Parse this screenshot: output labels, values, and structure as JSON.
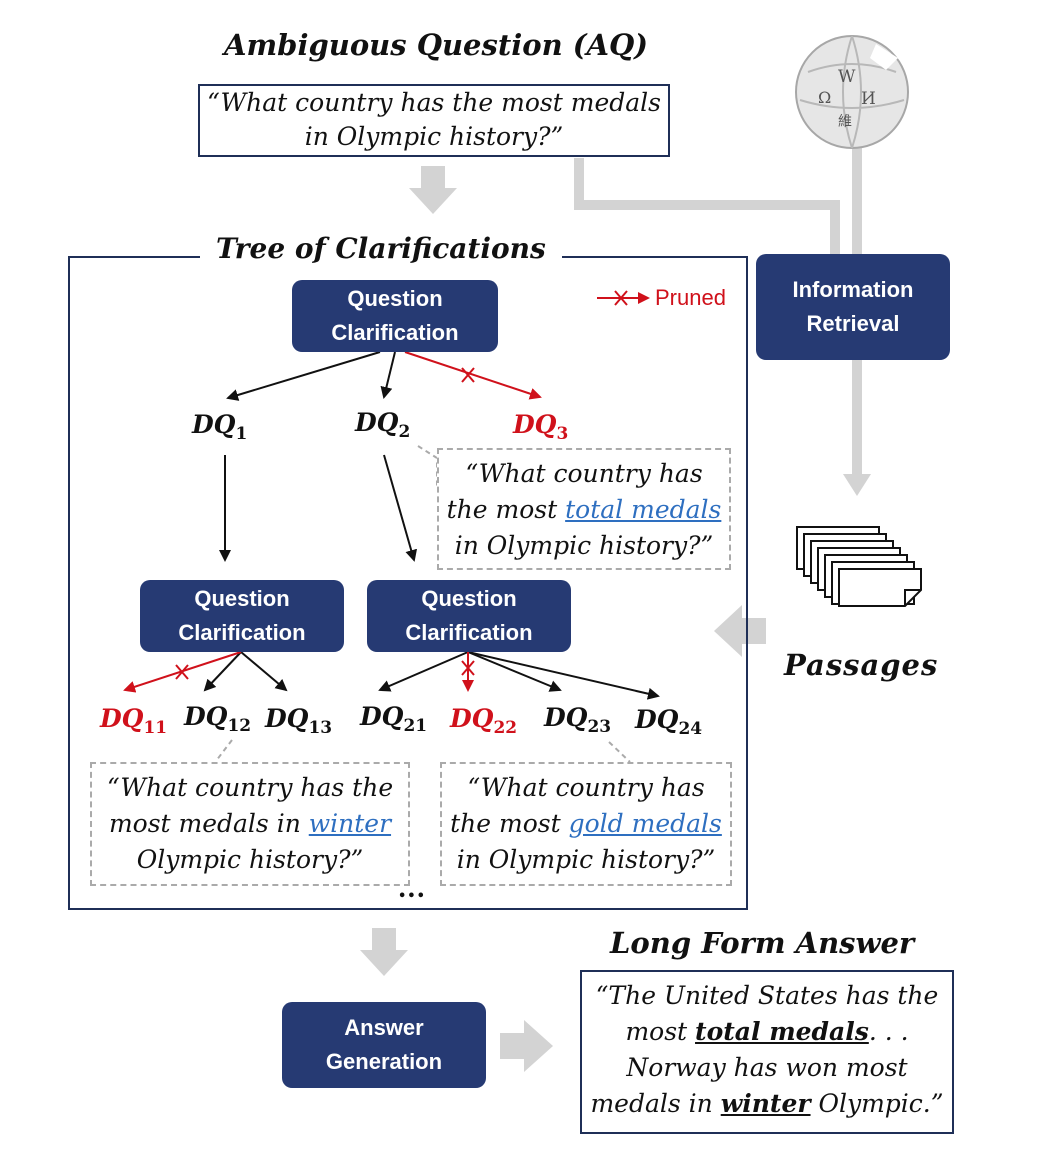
{
  "ambiguous_question": {
    "title": "Ambiguous Question (AQ)",
    "line1": "“What country has the most medals",
    "line2": "in Olympic history?”"
  },
  "tree": {
    "title": "Tree of Clarifications",
    "legend_pruned": "Pruned"
  },
  "nodes": {
    "qc_top_line1": "Question",
    "qc_top_line2": "Clarification",
    "qc_left_line1": "Question",
    "qc_left_line2": "Clarification",
    "qc_right_line1": "Question",
    "qc_right_line2": "Clarification",
    "ir_line1": "Information",
    "ir_line2": "Retrieval",
    "ag_line1": "Answer",
    "ag_line2": "Generation"
  },
  "dq": {
    "prefix": "DQ",
    "dq1": "1",
    "dq2": "2",
    "dq3": "3",
    "dq11": "11",
    "dq12": "12",
    "dq13": "13",
    "dq21": "21",
    "dq22": "22",
    "dq23": "23",
    "dq24": "24"
  },
  "callouts": {
    "dq2": {
      "l1": "“What  country has",
      "l2a": "the most ",
      "l2hl": "total medals",
      "l3": "in Olympic history?”"
    },
    "dq12": {
      "l1": "“What country has the",
      "l2a": "most  medals in ",
      "l2hl": "winter",
      "l3": "Olympic history?”"
    },
    "dq23": {
      "l1": "“What country has",
      "l2a": "the most ",
      "l2hl": "gold medals",
      "l3": "in Olympic history?”"
    }
  },
  "ellipsis": "•••",
  "passages_label": "Passages",
  "long_form": {
    "title": "Long Form Answer",
    "l1": "“The United States has the",
    "l2a": "most ",
    "l2hl": "total medals",
    "l2b": ". . .",
    "l3": "Norway has won most",
    "l4a": "medals  in ",
    "l4hl": "winter",
    "l4b": " Olympic.”"
  },
  "colors": {
    "navy": "#263a73",
    "pruned_red": "#d0111b",
    "highlight_blue": "#2e6fc0",
    "connector_gray": "#d3d3d3"
  }
}
